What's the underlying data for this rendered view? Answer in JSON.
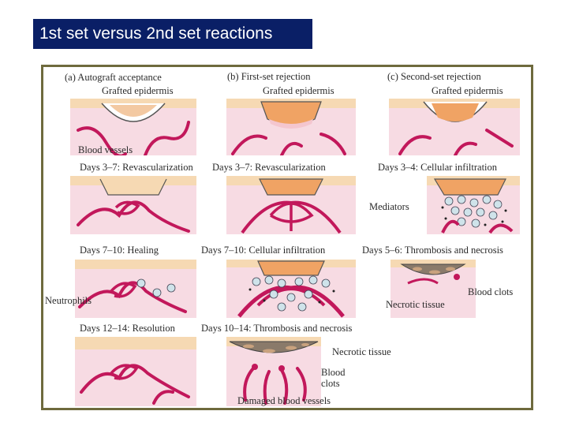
{
  "title": "1st set versus 2nd set reactions",
  "columns": {
    "a": "(a) Autograft acceptance",
    "b": "(b) First-set rejection",
    "c": "(c) Second-set rejection"
  },
  "labels": {
    "grafted_a": "Grafted epidermis",
    "grafted_b": "Grafted epidermis",
    "grafted_c": "Grafted epidermis",
    "blood_vessels": "Blood vessels",
    "a_days_3_7": "Days 3–7: Revascularization",
    "b_days_3_7": "Days 3–7: Revascularization",
    "c_days_3_4": "Days 3–4: Cellular infiltration",
    "mediators": "Mediators",
    "a_days_7_10": "Days 7–10: Healing",
    "b_days_7_10": "Days 7–10: Cellular infiltration",
    "c_days_5_6": "Days 5–6: Thrombosis and necrosis",
    "neutrophils": "Neutrophils",
    "blood_clots_c": "Blood clots",
    "necrotic_c": "Necrotic tissue",
    "a_days_12_14": "Days 12–14: Resolution",
    "b_days_10_14": "Days 10–14: Thrombosis and necrosis",
    "necrotic_b": "Necrotic tissue",
    "blood_clots_b_1": "Blood",
    "blood_clots_b_2": "clots",
    "damaged_vessels": "Damaged blood vessels"
  },
  "colors": {
    "title_bg": "#0a1f66",
    "frame": "#6e6a3d",
    "skin_top": "#f6d9b3",
    "dermis": "#f7dbe3",
    "graft_orange": "#f0a364",
    "vessel": "#c2185b",
    "cell": "#cfe3ea",
    "necrotic": "#8a7a6a"
  }
}
